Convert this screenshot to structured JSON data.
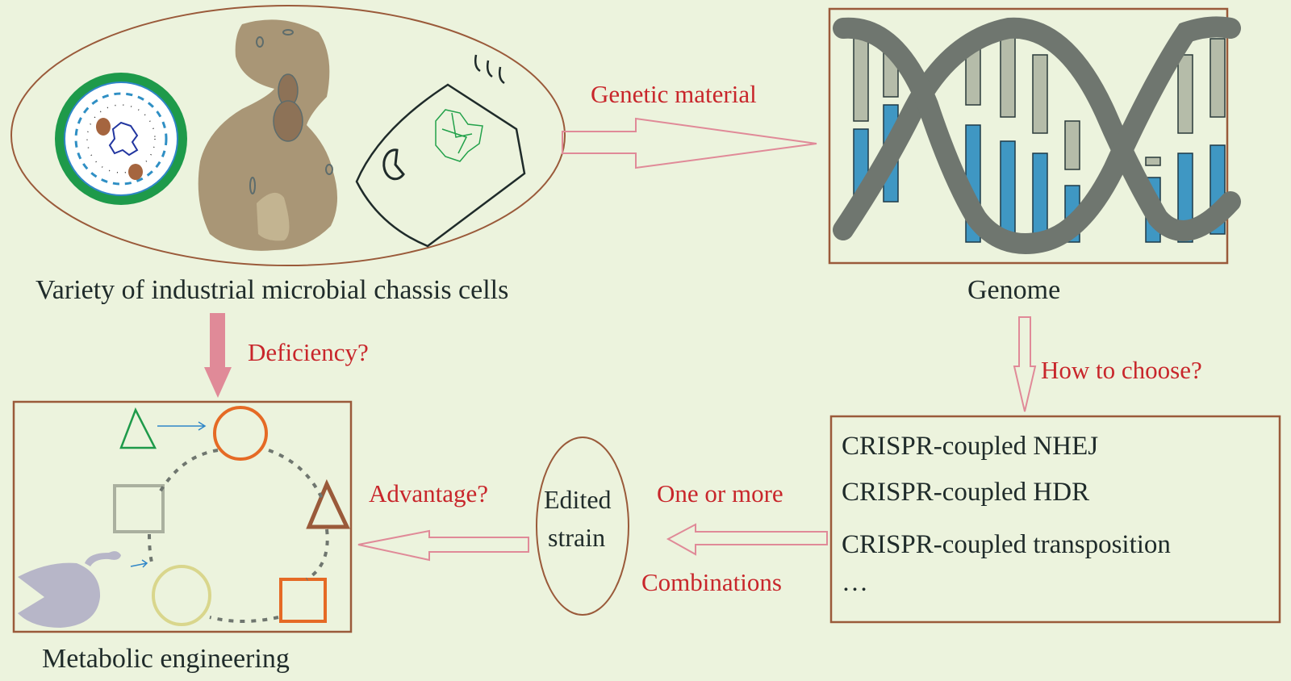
{
  "nodes": {
    "chassis_cells": {
      "label": "Variety of industrial microbial chassis cells"
    },
    "genome": {
      "label": "Genome"
    },
    "metabolic_engineering": {
      "label": "Metabolic engineering"
    },
    "edited_strain": {
      "label_line1": "Edited",
      "label_line2": "strain"
    },
    "methods": {
      "items": [
        "CRISPR-coupled NHEJ",
        "CRISPR-coupled HDR",
        "CRISPR-coupled transposition",
        "…"
      ]
    }
  },
  "edges": {
    "cells_to_genome": {
      "label": "Genetic material"
    },
    "cells_to_metabolic": {
      "label": "Deficiency?"
    },
    "genome_to_methods": {
      "label": "How to choose?"
    },
    "methods_to_strain": {
      "label_top": "One or more",
      "label_bottom": "Combinations"
    },
    "strain_to_metabolic": {
      "label": "Advantage?"
    }
  },
  "colors": {
    "background": "#ecf3dd",
    "frame": "#9a5a3a",
    "arrow_outline": "#e08a98",
    "arrow_fill": "#e08a98",
    "label_red": "#c8262b",
    "text_dark": "#1f2b2a",
    "dna_backbone": "#6f766f",
    "dna_blue": "#3f97c3",
    "dna_grey": "#b5bca9"
  }
}
